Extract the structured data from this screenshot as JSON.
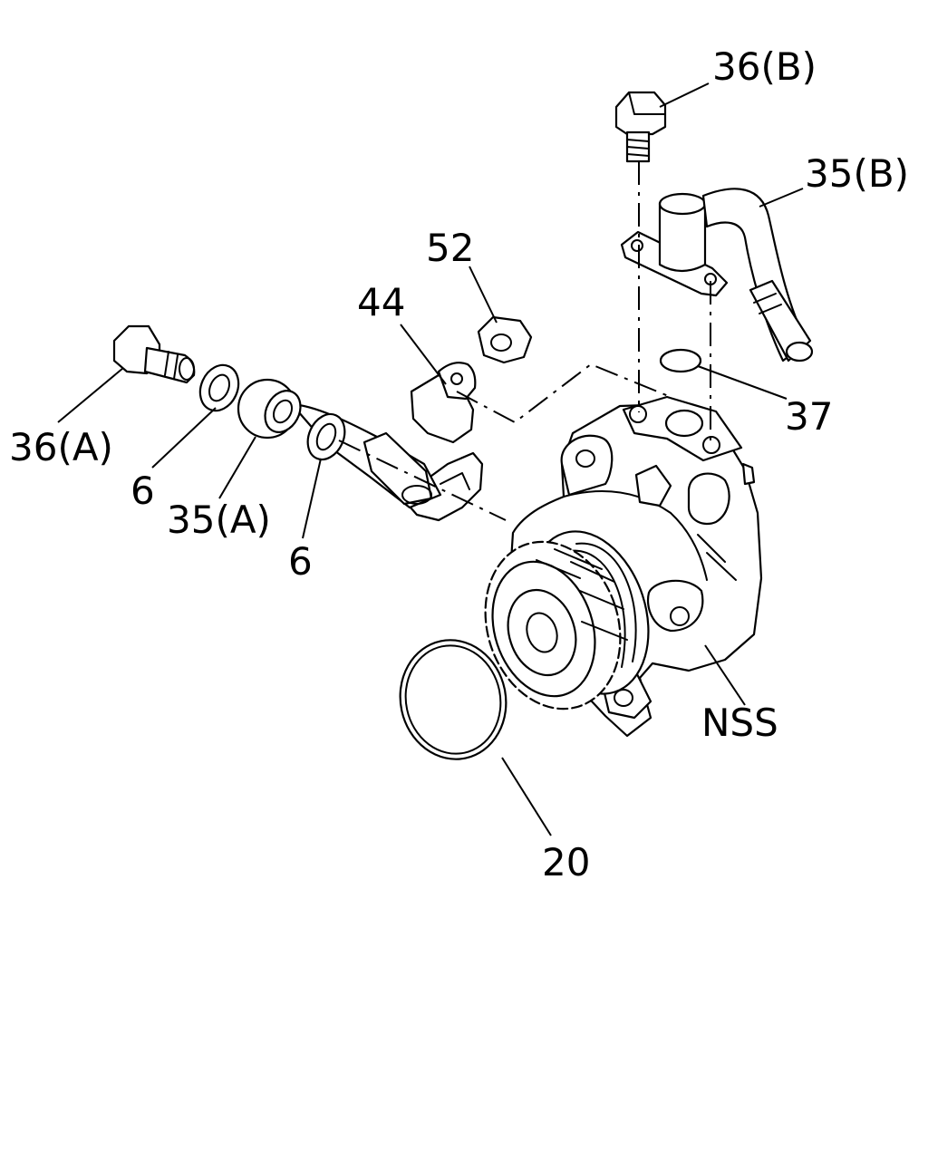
{
  "diagram": {
    "type": "exploded parts diagram",
    "callouts": {
      "bolt_b": "36(B)",
      "pipe_b": "35(B)",
      "nut": "52",
      "bracket": "44",
      "bolt_a": "36(A)",
      "washer_left": "6",
      "pipe_a": "35(A)",
      "washer_right": "6",
      "o_ring_small": "37",
      "pump_body": "NSS",
      "o_ring_large": "20"
    }
  }
}
